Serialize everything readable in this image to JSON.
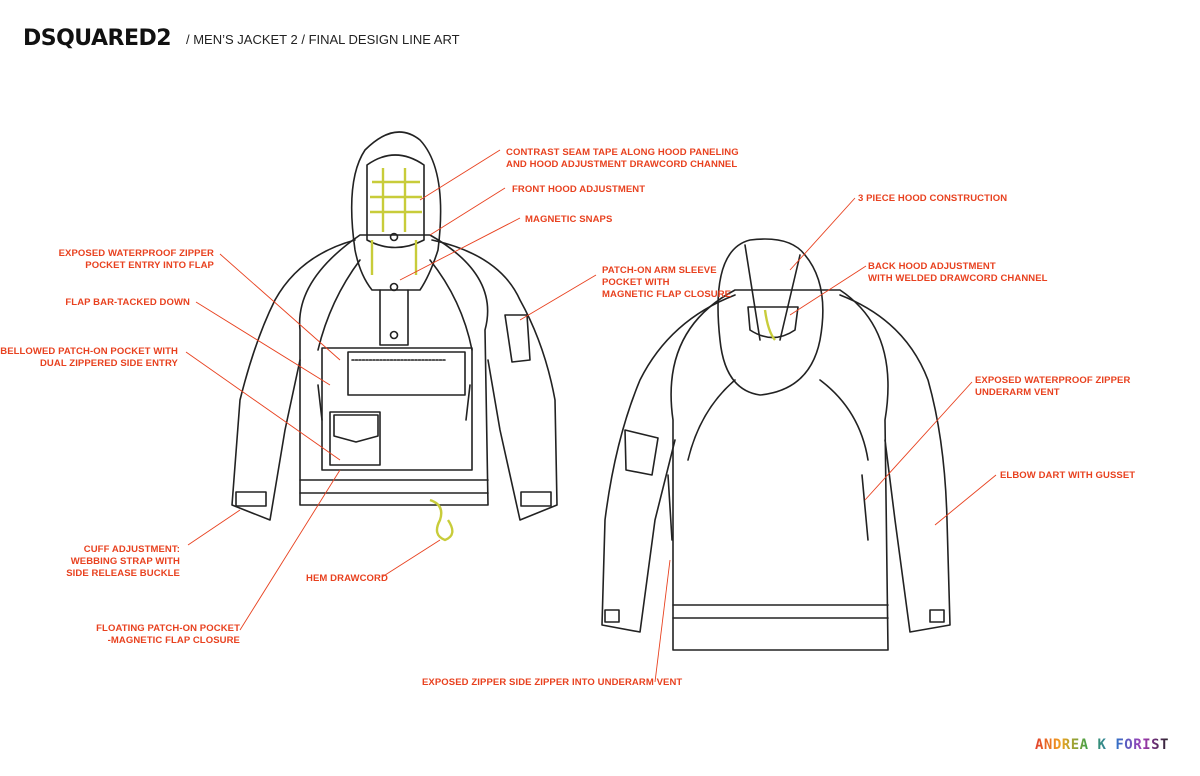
{
  "header": {
    "brand": "DSQUARED2",
    "subtitle": "/  MEN’S JACKET 2  /  FINAL DESIGN LINE ART"
  },
  "callouts_front": {
    "contrast_seam": [
      "CONTRAST SEAM TAPE ALONG HOOD PANELING",
      "AND HOOD ADJUSTMENT DRAWCORD CHANNEL"
    ],
    "front_hood_adjust": [
      "FRONT HOOD ADJUSTMENT"
    ],
    "magnetic_snaps": [
      "MAGNETIC SNAPS"
    ],
    "waterproof_zipper": [
      "EXPOSED WATERPROOF ZIPPER",
      "POCKET ENTRY INTO FLAP"
    ],
    "flap_bar": [
      "FLAP BAR-TACKED DOWN"
    ],
    "bellowed_pocket": [
      "BELLOWED PATCH-ON POCKET WITH",
      "DUAL ZIPPERED SIDE ENTRY"
    ],
    "arm_sleeve_pocket": [
      "PATCH-ON ARM SLEEVE",
      "POCKET WITH",
      "MAGNETIC FLAP CLOSURE"
    ],
    "cuff_adjust": [
      "CUFF ADJUSTMENT:",
      "WEBBING STRAP WITH",
      "SIDE RELEASE BUCKLE"
    ],
    "hem_drawcord": [
      "HEM DRAWCORD"
    ],
    "floating_pocket": [
      "FLOATING PATCH-ON POCKET",
      "-MAGNETIC FLAP CLOSURE"
    ]
  },
  "callouts_back": {
    "hood_construction": [
      "3 PIECE HOOD CONSTRUCTION"
    ],
    "back_hood_adjust": [
      "BACK HOOD ADJUSTMENT",
      "WITH WELDED DRAWCORD CHANNEL"
    ],
    "underarm_vent": [
      "EXPOSED WATERPROOF ZIPPER",
      "UNDERARM VENT"
    ],
    "elbow_dart": [
      "ELBOW DART WITH GUSSET"
    ],
    "side_zipper": [
      "EXPOSED ZIPPER SIDE ZIPPER INTO UNDERARM VENT"
    ]
  },
  "signature": {
    "text": "ANDREA K FORIST"
  },
  "colors": {
    "callout": "#e8411f",
    "accent_tape": "#c8cc3a",
    "line_art": "#222222"
  }
}
